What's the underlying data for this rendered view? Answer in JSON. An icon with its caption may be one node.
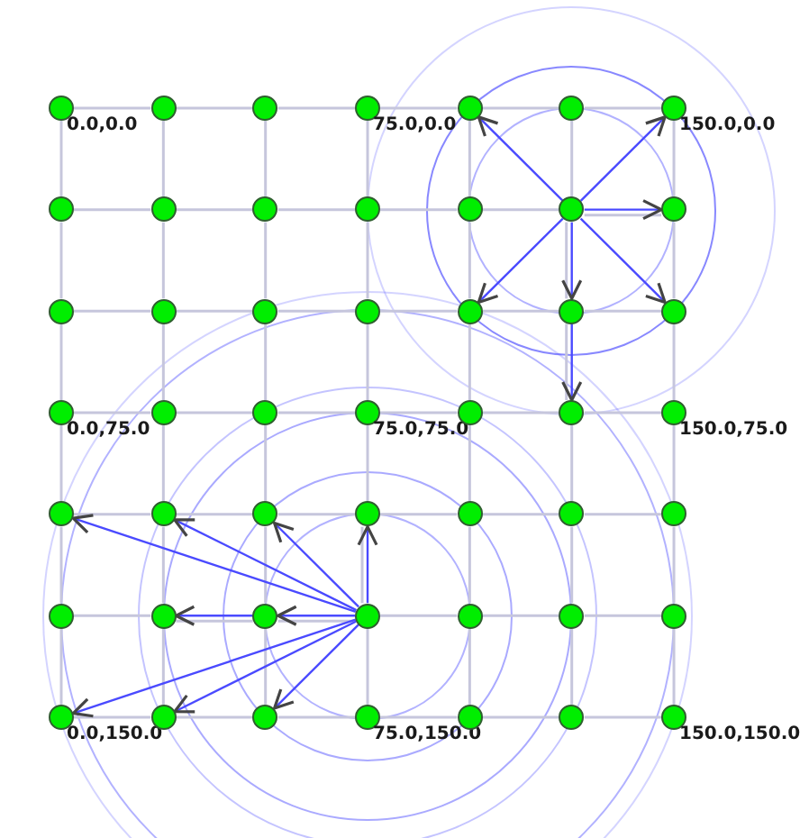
{
  "diagram": {
    "nodes": [
      {
        "text": [],
        "shape": "circle",
        "beside": [
          "0.0,0.0"
        ]
      },
      {
        "text": [],
        "shape": "circle"
      },
      {
        "text": [],
        "shape": "circle"
      },
      {
        "text": [],
        "shape": "circle",
        "beside": [
          "75.0,0.0"
        ]
      },
      {
        "text": [],
        "shape": "circle"
      },
      {
        "text": [],
        "shape": "circle"
      },
      {
        "text": [],
        "shape": "circle",
        "beside": [
          "150.0,0.0"
        ]
      },
      {
        "text": [],
        "shape": "circle"
      },
      {
        "text": [],
        "shape": "circle"
      },
      {
        "text": [],
        "shape": "circle"
      },
      {
        "text": [],
        "shape": "circle"
      },
      {
        "text": [],
        "shape": "circle"
      },
      {
        "text": [],
        "shape": "circle"
      },
      {
        "text": [],
        "shape": "circle"
      },
      {
        "text": [],
        "shape": "circle"
      },
      {
        "text": [],
        "shape": "circle"
      },
      {
        "text": [],
        "shape": "circle"
      },
      {
        "text": [],
        "shape": "circle"
      },
      {
        "text": [],
        "shape": "circle"
      },
      {
        "text": [],
        "shape": "circle"
      },
      {
        "text": [],
        "shape": "circle"
      },
      {
        "text": [],
        "shape": "circle",
        "beside": [
          "0.0,75.0"
        ]
      },
      {
        "text": [],
        "shape": "circle"
      },
      {
        "text": [],
        "shape": "circle"
      },
      {
        "text": [],
        "shape": "circle",
        "beside": [
          "75.0,75.0"
        ]
      },
      {
        "text": [],
        "shape": "circle"
      },
      {
        "text": [],
        "shape": "circle"
      },
      {
        "text": [],
        "shape": "circle",
        "beside": [
          "150.0,75.0"
        ]
      },
      {
        "text": [],
        "shape": "circle"
      },
      {
        "text": [],
        "shape": "circle"
      },
      {
        "text": [],
        "shape": "circle"
      },
      {
        "text": [],
        "shape": "circle"
      },
      {
        "text": [],
        "shape": "circle"
      },
      {
        "text": [],
        "shape": "circle"
      },
      {
        "text": [],
        "shape": "circle"
      },
      {
        "text": [],
        "shape": "circle"
      },
      {
        "text": [],
        "shape": "circle"
      },
      {
        "text": [],
        "shape": "circle"
      },
      {
        "text": [],
        "shape": "circle"
      },
      {
        "text": [],
        "shape": "circle"
      },
      {
        "text": [],
        "shape": "circle"
      },
      {
        "text": [],
        "shape": "circle"
      },
      {
        "text": [],
        "shape": "circle",
        "beside": [
          "0.0,150.0"
        ]
      },
      {
        "text": [],
        "shape": "circle"
      },
      {
        "text": [],
        "shape": "circle"
      },
      {
        "text": [],
        "shape": "circle",
        "beside": [
          "75.0,150.0"
        ]
      },
      {
        "text": [],
        "shape": "circle"
      },
      {
        "text": [],
        "shape": "circle"
      },
      {
        "text": [],
        "shape": "circle",
        "beside": [
          "150.0,150.0"
        ]
      }
    ],
    "edges": [
      {
        "from": 0,
        "to": 1,
        "arrow": "none"
      },
      {
        "from": 1,
        "to": 2,
        "arrow": "none"
      },
      {
        "from": 2,
        "to": 3,
        "arrow": "none"
      },
      {
        "from": 3,
        "to": 4,
        "arrow": "none"
      },
      {
        "from": 4,
        "to": 5,
        "arrow": "none"
      },
      {
        "from": 5,
        "to": 6,
        "arrow": "none"
      },
      {
        "from": 7,
        "to": 8,
        "arrow": "none"
      },
      {
        "from": 8,
        "to": 9,
        "arrow": "none"
      },
      {
        "from": 9,
        "to": 10,
        "arrow": "none"
      },
      {
        "from": 10,
        "to": 11,
        "arrow": "none"
      },
      {
        "from": 11,
        "to": 12,
        "arrow": "none"
      },
      {
        "from": 12,
        "to": 13,
        "arrow": "none"
      },
      {
        "from": 14,
        "to": 15,
        "arrow": "none"
      },
      {
        "from": 15,
        "to": 16,
        "arrow": "none"
      },
      {
        "from": 16,
        "to": 17,
        "arrow": "none"
      },
      {
        "from": 17,
        "to": 18,
        "arrow": "none"
      },
      {
        "from": 18,
        "to": 19,
        "arrow": "none"
      },
      {
        "from": 19,
        "to": 20,
        "arrow": "none"
      },
      {
        "from": 21,
        "to": 22,
        "arrow": "none"
      },
      {
        "from": 22,
        "to": 23,
        "arrow": "none"
      },
      {
        "from": 23,
        "to": 24,
        "arrow": "none"
      },
      {
        "from": 24,
        "to": 25,
        "arrow": "none"
      },
      {
        "from": 25,
        "to": 26,
        "arrow": "none"
      },
      {
        "from": 26,
        "to": 27,
        "arrow": "none"
      },
      {
        "from": 28,
        "to": 29,
        "arrow": "none"
      },
      {
        "from": 29,
        "to": 30,
        "arrow": "none"
      },
      {
        "from": 30,
        "to": 31,
        "arrow": "none"
      },
      {
        "from": 31,
        "to": 32,
        "arrow": "none"
      },
      {
        "from": 32,
        "to": 33,
        "arrow": "none"
      },
      {
        "from": 33,
        "to": 34,
        "arrow": "none"
      },
      {
        "from": 35,
        "to": 36,
        "arrow": "none"
      },
      {
        "from": 36,
        "to": 37,
        "arrow": "none"
      },
      {
        "from": 37,
        "to": 38,
        "arrow": "none"
      },
      {
        "from": 38,
        "to": 39,
        "arrow": "none"
      },
      {
        "from": 39,
        "to": 40,
        "arrow": "none"
      },
      {
        "from": 40,
        "to": 41,
        "arrow": "none"
      },
      {
        "from": 42,
        "to": 43,
        "arrow": "none"
      },
      {
        "from": 43,
        "to": 44,
        "arrow": "none"
      },
      {
        "from": 44,
        "to": 45,
        "arrow": "none"
      },
      {
        "from": 45,
        "to": 46,
        "arrow": "none"
      },
      {
        "from": 46,
        "to": 47,
        "arrow": "none"
      },
      {
        "from": 47,
        "to": 48,
        "arrow": "none"
      },
      {
        "from": 0,
        "to": 7,
        "arrow": "none"
      },
      {
        "from": 1,
        "to": 8,
        "arrow": "none"
      },
      {
        "from": 2,
        "to": 9,
        "arrow": "none"
      },
      {
        "from": 3,
        "to": 10,
        "arrow": "none"
      },
      {
        "from": 4,
        "to": 11,
        "arrow": "none"
      },
      {
        "from": 5,
        "to": 12,
        "arrow": "none"
      },
      {
        "from": 6,
        "to": 13,
        "arrow": "none"
      },
      {
        "from": 7,
        "to": 14,
        "arrow": "none"
      },
      {
        "from": 8,
        "to": 15,
        "arrow": "none"
      },
      {
        "from": 9,
        "to": 16,
        "arrow": "none"
      },
      {
        "from": 10,
        "to": 17,
        "arrow": "none"
      },
      {
        "from": 11,
        "to": 18,
        "arrow": "none"
      },
      {
        "from": 12,
        "to": 19,
        "arrow": "none"
      },
      {
        "from": 13,
        "to": 20,
        "arrow": "none"
      },
      {
        "from": 14,
        "to": 21,
        "arrow": "none"
      },
      {
        "from": 15,
        "to": 22,
        "arrow": "none"
      },
      {
        "from": 16,
        "to": 23,
        "arrow": "none"
      },
      {
        "from": 17,
        "to": 24,
        "arrow": "none"
      },
      {
        "from": 18,
        "to": 25,
        "arrow": "none"
      },
      {
        "from": 19,
        "to": 26,
        "arrow": "none"
      },
      {
        "from": 20,
        "to": 27,
        "arrow": "none"
      },
      {
        "from": 21,
        "to": 28,
        "arrow": "none"
      },
      {
        "from": 22,
        "to": 29,
        "arrow": "none"
      },
      {
        "from": 23,
        "to": 30,
        "arrow": "none"
      },
      {
        "from": 24,
        "to": 31,
        "arrow": "none"
      },
      {
        "from": 25,
        "to": 32,
        "arrow": "none"
      },
      {
        "from": 26,
        "to": 33,
        "arrow": "none"
      },
      {
        "from": 27,
        "to": 34,
        "arrow": "none"
      },
      {
        "from": 28,
        "to": 35,
        "arrow": "none"
      },
      {
        "from": 29,
        "to": 36,
        "arrow": "none"
      },
      {
        "from": 30,
        "to": 37,
        "arrow": "none"
      },
      {
        "from": 31,
        "to": 38,
        "arrow": "none"
      },
      {
        "from": 32,
        "to": 39,
        "arrow": "none"
      },
      {
        "from": 33,
        "to": 40,
        "arrow": "none"
      },
      {
        "from": 34,
        "to": 41,
        "arrow": "none"
      },
      {
        "from": 35,
        "to": 42,
        "arrow": "none"
      },
      {
        "from": 36,
        "to": 43,
        "arrow": "none"
      },
      {
        "from": 37,
        "to": 44,
        "arrow": "none"
      },
      {
        "from": 38,
        "to": 45,
        "arrow": "none"
      },
      {
        "from": 39,
        "to": 46,
        "arrow": "none"
      },
      {
        "from": 40,
        "to": 47,
        "arrow": "none"
      },
      {
        "from": 41,
        "to": 48,
        "arrow": "none"
      },
      {
        "from": 12,
        "to": 4,
        "arrow": "to",
        "color": "#4a4aff"
      },
      {
        "from": 12,
        "to": 6,
        "arrow": "to",
        "color": "#4a4aff"
      },
      {
        "from": 12,
        "to": 13,
        "arrow": "to",
        "color": "#4a4aff"
      },
      {
        "from": 12,
        "to": 18,
        "arrow": "to",
        "color": "#4a4aff"
      },
      {
        "from": 12,
        "to": 19,
        "arrow": "to",
        "color": "#4a4aff"
      },
      {
        "from": 12,
        "to": 20,
        "arrow": "to",
        "color": "#4a4aff"
      },
      {
        "from": 19,
        "to": 26,
        "arrow": "to",
        "color": "#4a4aff"
      },
      {
        "from": 38,
        "to": 28,
        "arrow": "to",
        "color": "#4a4aff"
      },
      {
        "from": 38,
        "to": 29,
        "arrow": "to",
        "color": "#4a4aff"
      },
      {
        "from": 38,
        "to": 30,
        "arrow": "to",
        "color": "#4a4aff"
      },
      {
        "from": 38,
        "to": 31,
        "arrow": "to",
        "color": "#4a4aff"
      },
      {
        "from": 37,
        "to": 36,
        "arrow": "to",
        "color": "#4a4aff"
      },
      {
        "from": 38,
        "to": 37,
        "arrow": "to",
        "color": "#4a4aff"
      },
      {
        "from": 38,
        "to": 42,
        "arrow": "to",
        "color": "#4a4aff"
      },
      {
        "from": 38,
        "to": 43,
        "arrow": "to",
        "color": "#4a4aff"
      },
      {
        "from": 38,
        "to": 44,
        "arrow": "to",
        "color": "#4a4aff"
      }
    ]
  }
}
